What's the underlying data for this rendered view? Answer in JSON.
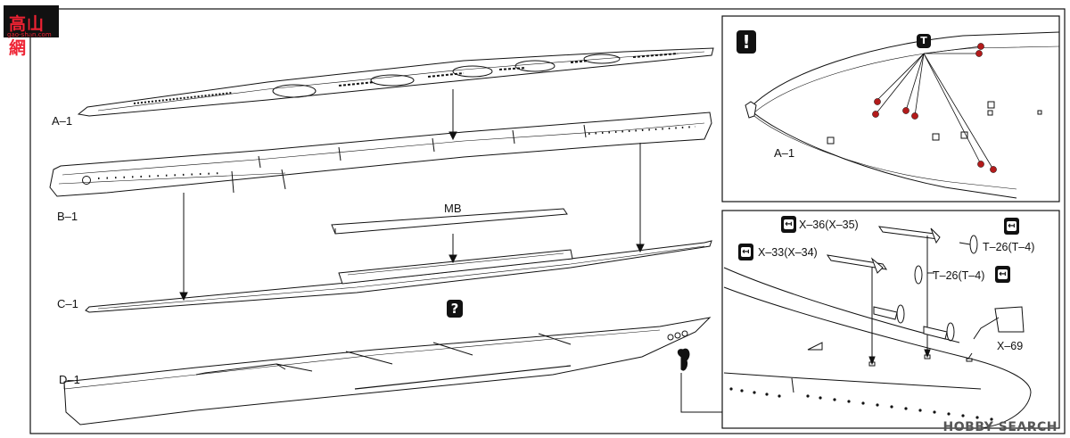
{
  "logo": {
    "text": "高山網",
    "url": "gao-shan.com"
  },
  "labels": {
    "a1": "A–1",
    "b1": "B–1",
    "c1": "C–1",
    "d1": "D–1",
    "mb": "MB",
    "detail_a1": "A–1"
  },
  "callouts": {
    "x36": "X–36(X–35)",
    "x33": "X–33(X–34)",
    "t26_right": "T–26(T–4)",
    "t26_mid": "T–26(T–4)",
    "x69": "X–69"
  },
  "badges": {
    "attention": "!",
    "question": "?",
    "tool": "T"
  },
  "watermark": "HOBBY SEARCH",
  "colors": {
    "marker": "#b31b1b",
    "line": "#111111"
  }
}
